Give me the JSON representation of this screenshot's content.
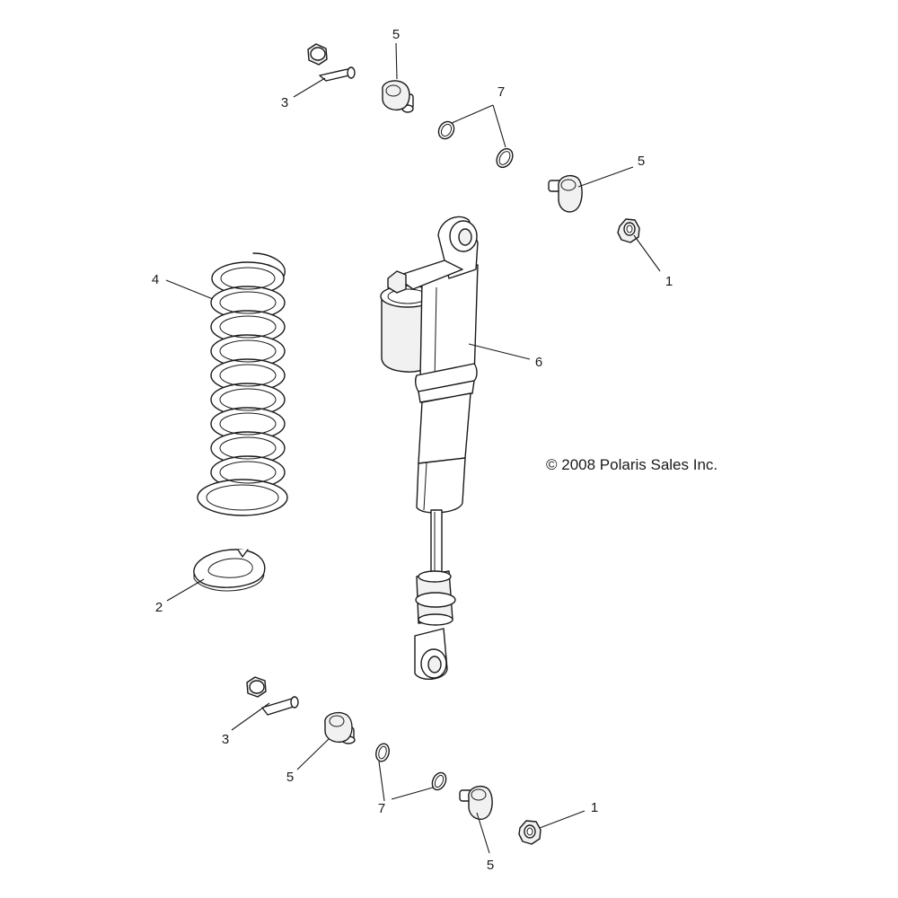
{
  "copyright": "© 2008 Polaris Sales Inc.",
  "callouts": [
    "5",
    "3",
    "7",
    "5",
    "1",
    "4",
    "6",
    "2",
    "3",
    "5",
    "7",
    "1",
    "5"
  ]
}
